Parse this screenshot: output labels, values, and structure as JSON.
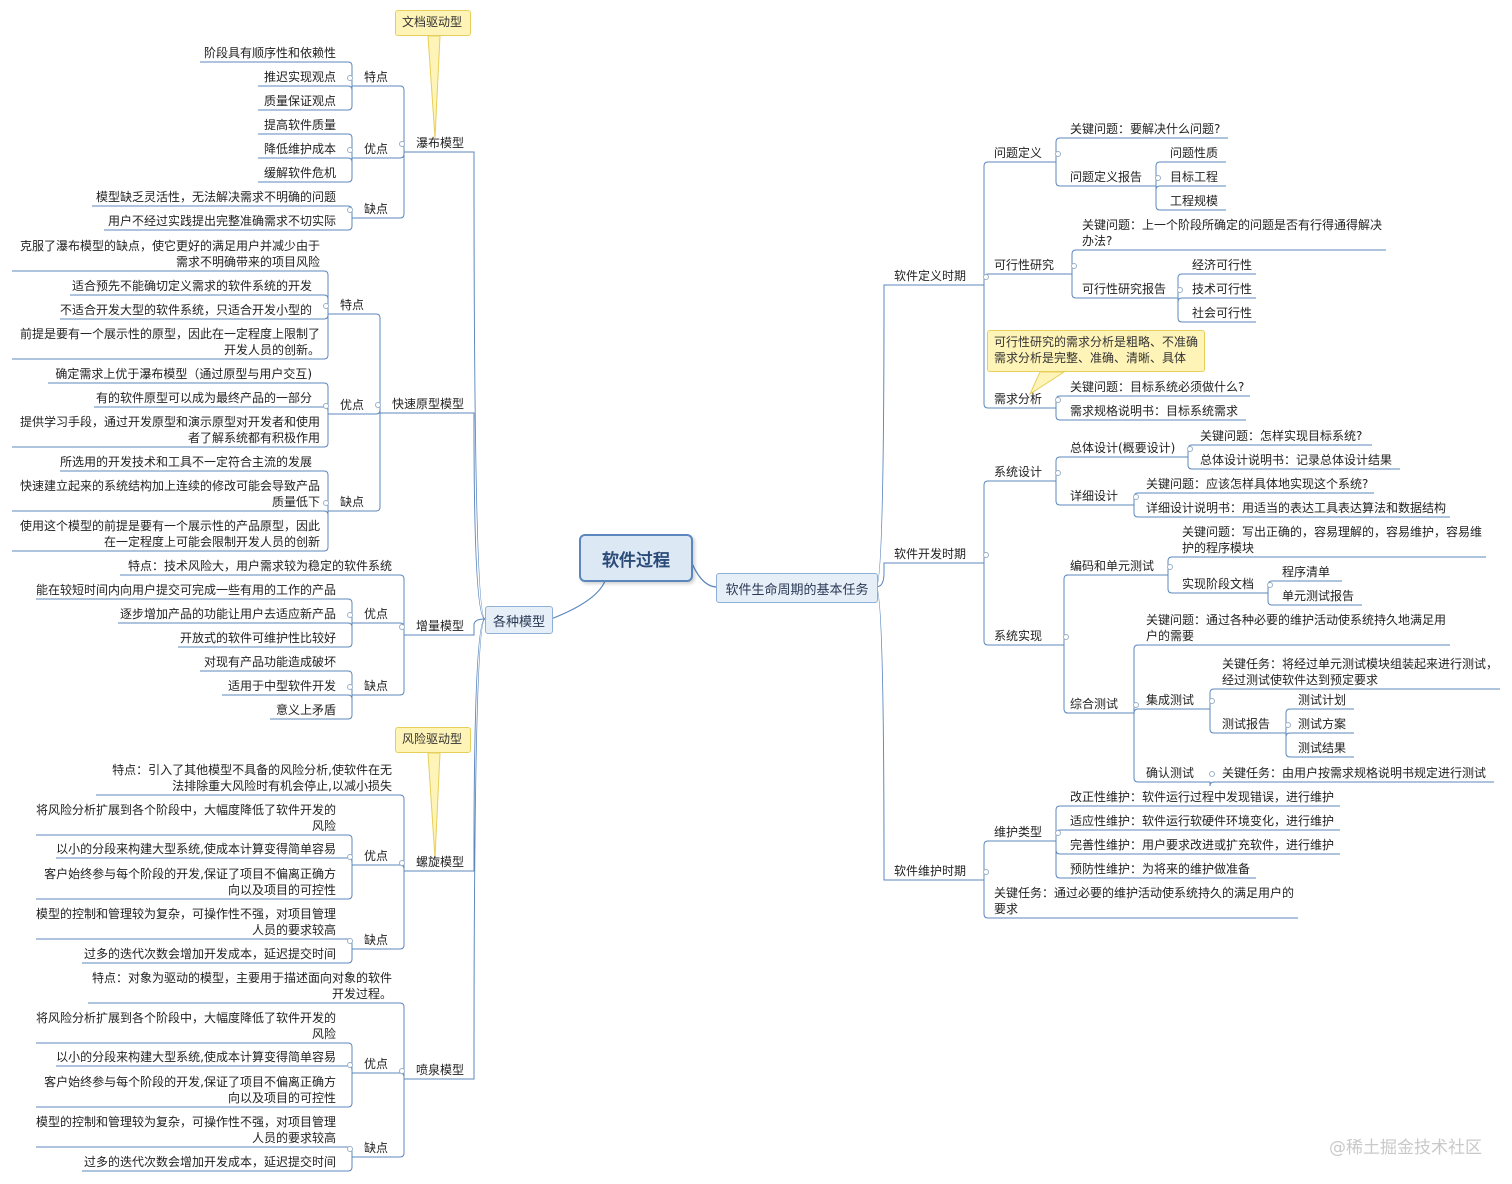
{
  "central": "软件过程",
  "main_left": "各种模型",
  "main_right": "软件生命周期的基本任务",
  "watermark": "@稀土掘金技术社区",
  "colors": {
    "line": "#5b87be",
    "central_fill": "#dde8f5",
    "callout_fill": "#fff4b8"
  },
  "callouts": [
    "文档驱动型",
    "风险驱动型",
    "可行性研究的需求分析是粗略、不准确需求分析是完整、准确、清晰、具体"
  ],
  "left": {
    "waterfall": {
      "label": "瀑布模型",
      "feature": "特点",
      "f1": "阶段具有顺序性和依赖性",
      "f2": "推迟实现观点",
      "f3": "质量保证观点",
      "adv": "优点",
      "a1": "提高软件质量",
      "a2": "降低维护成本",
      "a3": "缓解软件危机",
      "dis": "缺点",
      "d1": "模型缺乏灵活性，无法解决需求不明确的问题",
      "d2": "用户不经过实践提出完整准确需求不切实际"
    },
    "proto": {
      "label": "快速原型模型",
      "feature": "特点",
      "f1": "克服了瀑布模型的缺点，使它更好的满足用户并减少由于需求不明确带来的项目风险",
      "f2": "适合预先不能确切定义需求的软件系统的开发",
      "f3": "不适合开发大型的软件系统，只适合开发小型的",
      "f4": "前提是要有一个展示性的原型，因此在一定程度上限制了开发人员的创新。",
      "adv": "优点",
      "a1": "确定需求上优于瀑布模型（通过原型与用户交互)",
      "a2": "有的软件原型可以成为最终产品的一部分",
      "a3": "提供学习手段，通过开发原型和演示原型对开发者和使用者了解系统都有积极作用",
      "dis": "缺点",
      "d1": "所选用的开发技术和工具不一定符合主流的发展",
      "d2": "快速建立起来的系统结构加上连续的修改可能会导致产品质量低下",
      "d3": "使用这个模型的前提是要有一个展示性的产品原型，因此在一定程度上可能会限制开发人员的创新"
    },
    "incr": {
      "label": "增量模型",
      "feature": "特点：技术风险大，用户需求较为稳定的软件系统",
      "adv": "优点",
      "a1": "能在较短时间内向用户提交可完成一些有用的工作的产品",
      "a2": "逐步增加产品的功能让用户去适应新产品",
      "a3": "开放式的软件可维护性比较好",
      "dis": "缺点",
      "d1": "对现有产品功能造成破坏",
      "d2": "适用于中型软件开发",
      "d3": "意义上矛盾"
    },
    "spiral": {
      "label": "螺旋模型",
      "feature": "特点：引入了其他模型不具备的风险分析,使软件在无法排除重大风险时有机会停止,以减小损失",
      "adv": "优点",
      "a1": "将风险分析扩展到各个阶段中，大幅度降低了软件开发的风险",
      "a2": "以小的分段来构建大型系统,使成本计算变得简单容易",
      "a3": "客户始终参与每个阶段的开发,保证了项目不偏离正确方向以及项目的可控性",
      "dis": "缺点",
      "d1": "模型的控制和管理较为复杂，可操作性不强，对项目管理人员的要求较高",
      "d2": "过多的迭代次数会增加开发成本，延迟提交时间"
    },
    "fountain": {
      "label": "喷泉模型",
      "feature": "特点：对象为驱动的模型，主要用于描述面向对象的软件开发过程。",
      "adv": "优点",
      "a1": "将风险分析扩展到各个阶段中，大幅度降低了软件开发的风险",
      "a2": "以小的分段来构建大型系统,使成本计算变得简单容易",
      "a3": "客户始终参与每个阶段的开发,保证了项目不偏离正确方向以及项目的可控性",
      "dis": "缺点",
      "d1": "模型的控制和管理较为复杂，可操作性不强，对项目管理人员的要求较高",
      "d2": "过多的迭代次数会增加开发成本，延迟提交时间"
    }
  },
  "right": {
    "def": {
      "label": "软件定义时期",
      "pd": "问题定义",
      "pd_q": "关键问题：要解决什么问题?",
      "pd_r": "问题定义报告",
      "pd_r1": "问题性质",
      "pd_r2": "目标工程",
      "pd_r3": "工程规模",
      "fs": "可行性研究",
      "fs_q": "关键问题：上一个阶段所确定的问题是否有行得通得解决办法?",
      "fs_r": "可行性研究报告",
      "fs_r1": "经济可行性",
      "fs_r2": "技术可行性",
      "fs_r3": "社会可行性",
      "ra": "需求分析",
      "ra_q": "关键问题：目标系统必须做什么?",
      "ra_s": "需求规格说明书：目标系统需求"
    },
    "dev": {
      "label": "软件开发时期",
      "sd": "系统设计",
      "sd_o": "总体设计(概要设计)",
      "sd_o_q": "关键问题：怎样实现目标系统?",
      "sd_o_s": "总体设计说明书：记录总体设计结果",
      "sd_d": "详细设计",
      "sd_d_q": "关键问题：应该怎样具体地实现这个系统?",
      "sd_d_s": "详细设计说明书：用适当的表达工具表达算法和数据结构",
      "si": "系统实现",
      "cu": "编码和单元测试",
      "cu_q": "关键问题：写出正确的，容易理解的，容易维护，容易维护的程序模块",
      "cu_doc": "实现阶段文档",
      "cu_doc1": "程序清单",
      "cu_doc2": "单元测试报告",
      "ct": "综合测试",
      "ct_q": "关键问题：通过各种必要的维护活动使系统持久地满足用户的需要",
      "it": "集成测试",
      "it_t": "关键任务：将经过单元测试模块组装起来进行测试，经过测试使软件达到预定要求",
      "it_r": "测试报告",
      "it_r1": "测试计划",
      "it_r2": "测试方案",
      "it_r3": "测试结果",
      "at": "确认测试",
      "at_t": "关键任务：由用户按需求规格说明书规定进行测试"
    },
    "maint": {
      "label": "软件维护时期",
      "mt": "维护类型",
      "mt1": "改正性维护：软件运行过程中发现错误，进行维护",
      "mt2": "适应性维护：软件运行软硬件环境变化，进行维护",
      "mt3": "完善性维护：用户要求改进或扩充软件，进行维护",
      "mt4": "预防性维护：为将来的维护做准备",
      "task": "关键任务：通过必要的维护活动使系统持久的满足用户的要求"
    }
  }
}
